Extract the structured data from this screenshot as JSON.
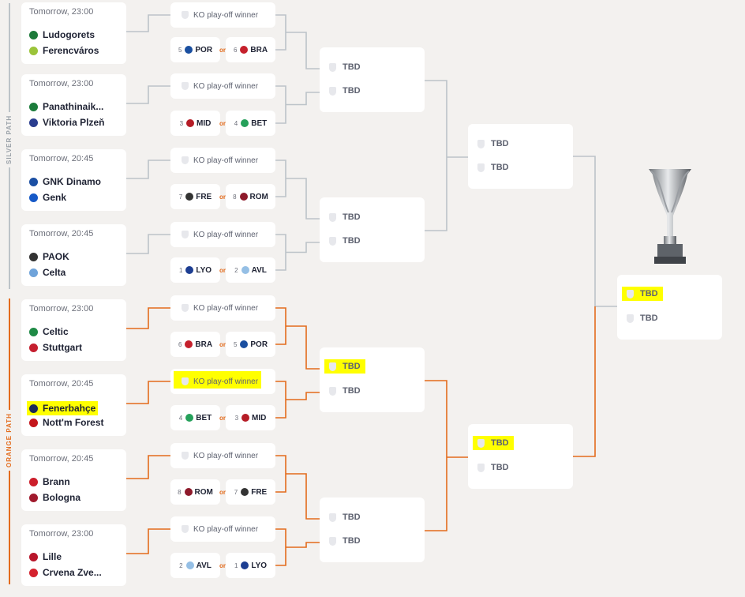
{
  "paths": {
    "silver_label": "SILVER PATH",
    "orange_label": "ORANGE PATH"
  },
  "colors": {
    "silver": "#bcc3c8",
    "orange": "#e36b1c",
    "highlight": "#ffff00"
  },
  "matches": [
    {
      "time": "Tomorrow, 23:00",
      "team1": "Ludogorets",
      "team2": "Ferencváros"
    },
    {
      "time": "Tomorrow, 23:00",
      "team1": "Panathinaik...",
      "team2": "Viktoria Plzeň"
    },
    {
      "time": "Tomorrow, 20:45",
      "team1": "GNK Dinamo",
      "team2": "Genk"
    },
    {
      "time": "Tomorrow, 20:45",
      "team1": "PAOK",
      "team2": "Celta"
    },
    {
      "time": "Tomorrow, 23:00",
      "team1": "Celtic",
      "team2": "Stuttgart"
    },
    {
      "time": "Tomorrow, 20:45",
      "team1": "Fenerbahçe",
      "team2": "Nott'm Forest"
    },
    {
      "time": "Tomorrow, 20:45",
      "team1": "Brann",
      "team2": "Bologna"
    },
    {
      "time": "Tomorrow, 23:00",
      "team1": "Lille",
      "team2": "Crvena Zve..."
    }
  ],
  "ko_label": "KO play-off winner",
  "or_label": "or",
  "pairs": [
    {
      "s1": "5",
      "t1": "POR",
      "s2": "6",
      "t2": "BRA"
    },
    {
      "s1": "3",
      "t1": "MID",
      "s2": "4",
      "t2": "BET"
    },
    {
      "s1": "7",
      "t1": "FRE",
      "s2": "8",
      "t2": "ROM"
    },
    {
      "s1": "1",
      "t1": "LYO",
      "s2": "2",
      "t2": "AVL"
    },
    {
      "s1": "6",
      "t1": "BRA",
      "s2": "5",
      "t2": "POR"
    },
    {
      "s1": "4",
      "t1": "BET",
      "s2": "3",
      "t2": "MID"
    },
    {
      "s1": "8",
      "t1": "ROM",
      "s2": "7",
      "t2": "FRE"
    },
    {
      "s1": "2",
      "t1": "AVL",
      "s2": "1",
      "t2": "LYO"
    }
  ],
  "tbd": "TBD"
}
